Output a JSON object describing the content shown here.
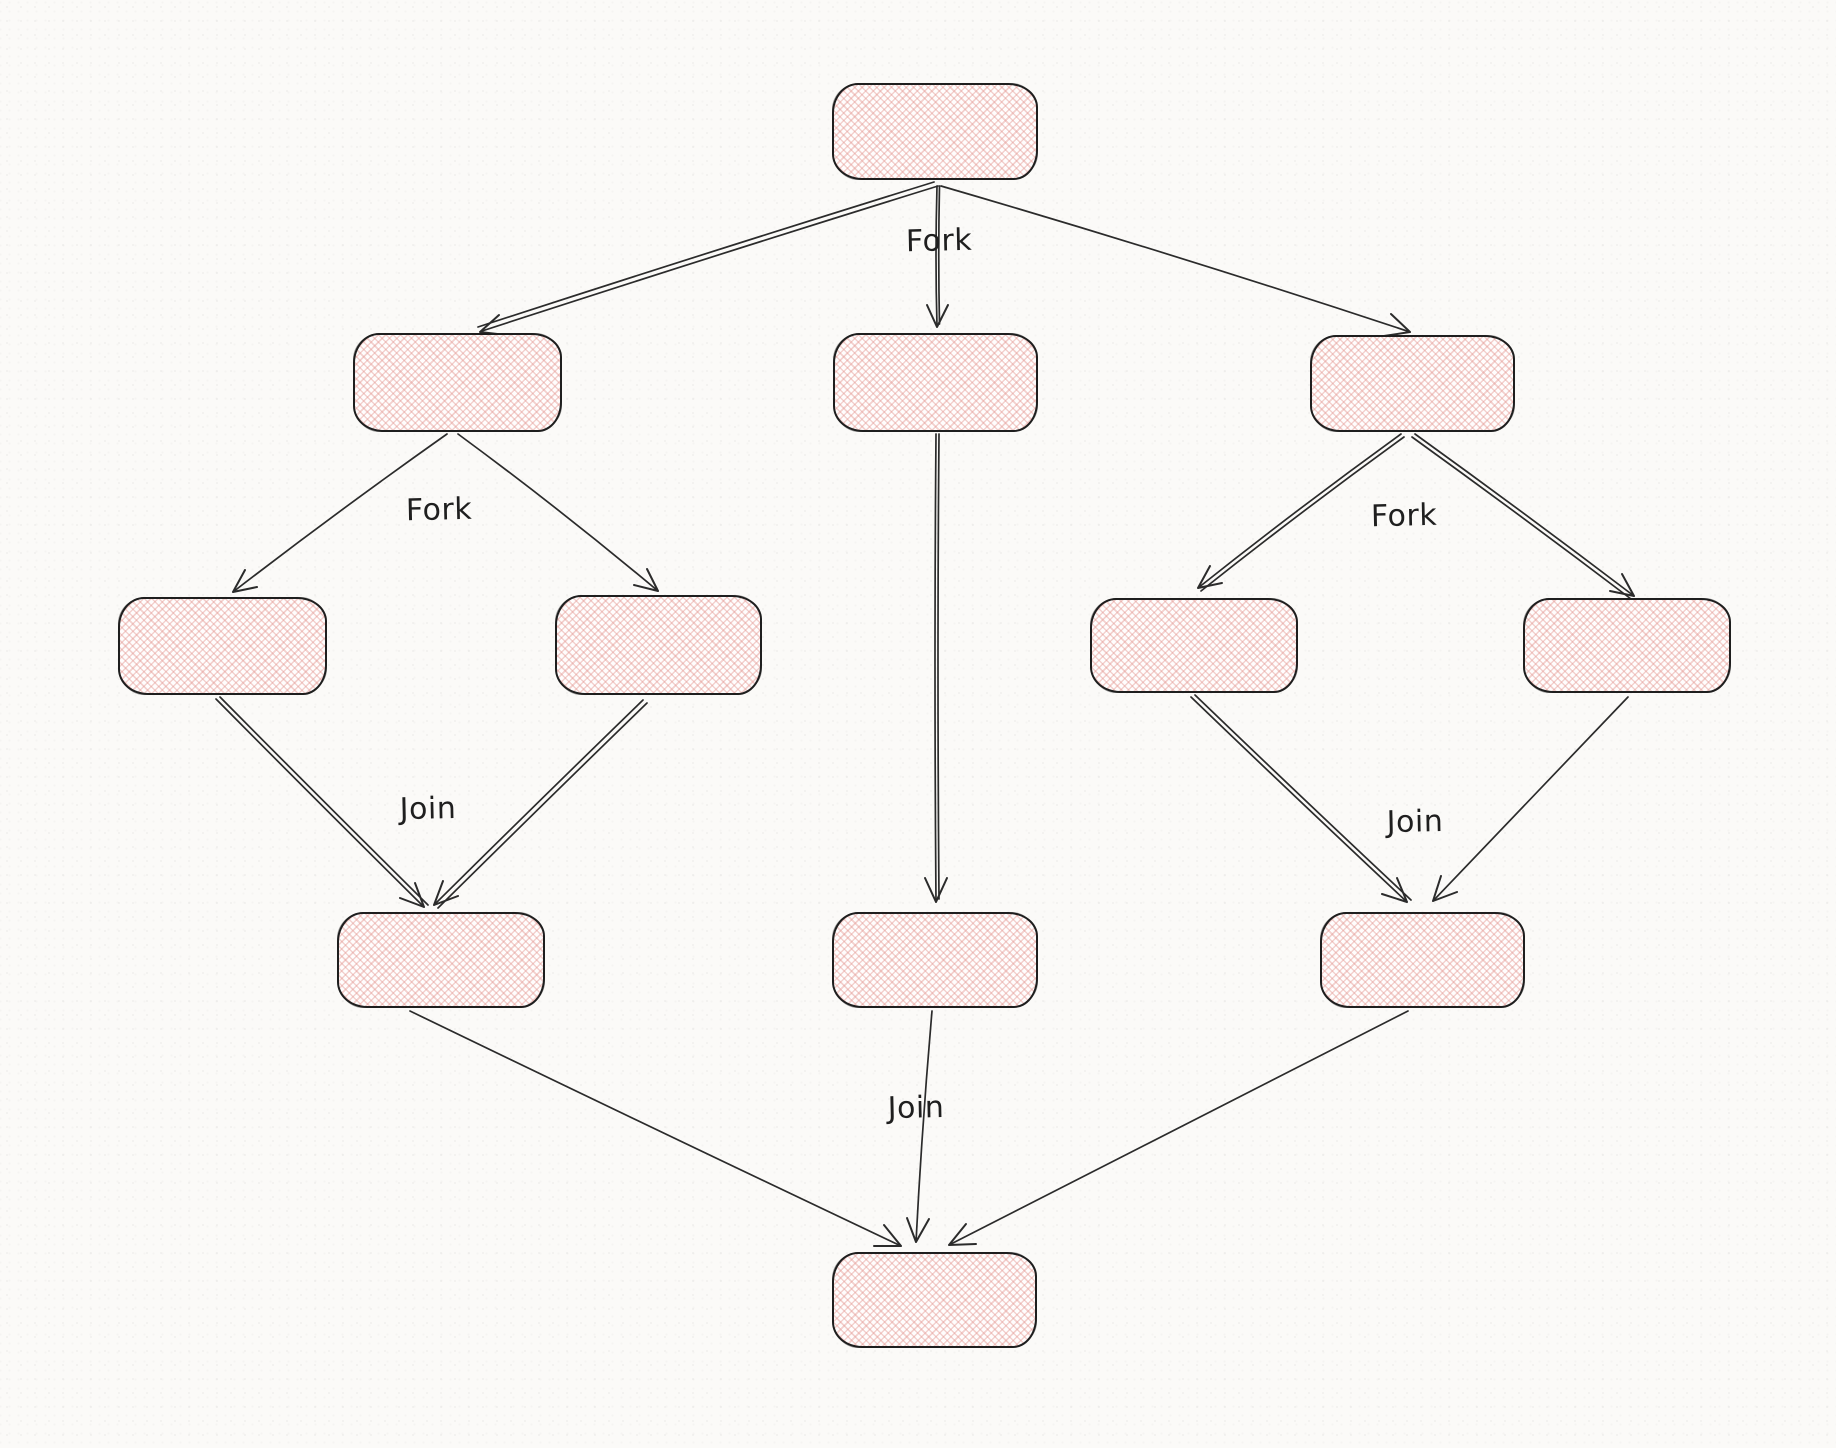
{
  "diagram": {
    "type": "flowchart",
    "style": "hand-drawn fork-join graph, empty cross-hatched nodes",
    "labels": {
      "fork_top": "Fork",
      "fork_left": "Fork",
      "fork_right": "Fork",
      "join_left": "Join",
      "join_right": "Join",
      "join_bottom": "Join"
    },
    "nodes": [
      {
        "id": "start",
        "text": ""
      },
      {
        "id": "branch-left",
        "text": ""
      },
      {
        "id": "branch-center",
        "text": ""
      },
      {
        "id": "branch-right",
        "text": ""
      },
      {
        "id": "task-left-a",
        "text": ""
      },
      {
        "id": "task-left-b",
        "text": ""
      },
      {
        "id": "task-right-a",
        "text": ""
      },
      {
        "id": "task-right-b",
        "text": ""
      },
      {
        "id": "merge-left",
        "text": ""
      },
      {
        "id": "merge-center",
        "text": ""
      },
      {
        "id": "merge-right",
        "text": ""
      },
      {
        "id": "end",
        "text": ""
      }
    ],
    "edges": [
      {
        "from": "start",
        "to": "branch-left",
        "label": ""
      },
      {
        "from": "start",
        "to": "branch-center",
        "label": "Fork"
      },
      {
        "from": "start",
        "to": "branch-right",
        "label": ""
      },
      {
        "from": "branch-left",
        "to": "task-left-a",
        "label": "Fork"
      },
      {
        "from": "branch-left",
        "to": "task-left-b",
        "label": ""
      },
      {
        "from": "task-left-a",
        "to": "merge-left",
        "label": "Join"
      },
      {
        "from": "task-left-b",
        "to": "merge-left",
        "label": ""
      },
      {
        "from": "branch-center",
        "to": "merge-center",
        "label": ""
      },
      {
        "from": "branch-right",
        "to": "task-right-a",
        "label": "Fork"
      },
      {
        "from": "branch-right",
        "to": "task-right-b",
        "label": ""
      },
      {
        "from": "task-right-a",
        "to": "merge-right",
        "label": "Join"
      },
      {
        "from": "task-right-b",
        "to": "merge-right",
        "label": ""
      },
      {
        "from": "merge-left",
        "to": "end",
        "label": ""
      },
      {
        "from": "merge-center",
        "to": "end",
        "label": "Join"
      },
      {
        "from": "merge-right",
        "to": "end",
        "label": ""
      }
    ],
    "colors": {
      "canvas_background": "#fbfaf8",
      "node_fill_base": "#fffdfd",
      "node_hatch_pink": "#eec1bd",
      "node_stroke": "#1f1f1f",
      "edge_stroke": "#2b2b2b",
      "label_text": "#1f1f1f"
    }
  }
}
